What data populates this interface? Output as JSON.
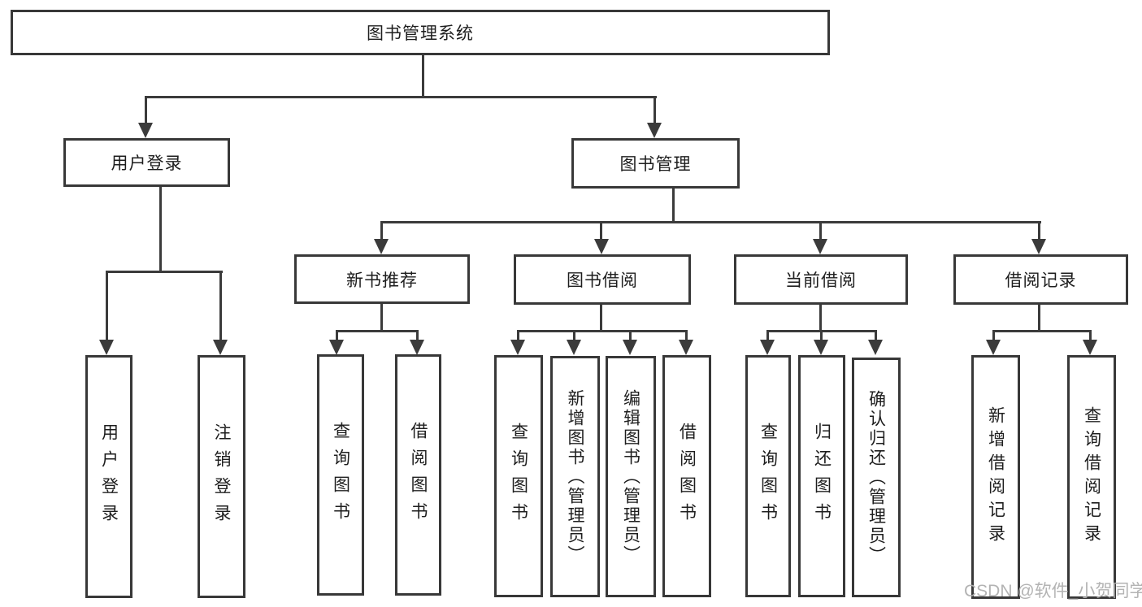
{
  "diagram": {
    "root": {
      "label": "图书管理系统"
    },
    "level2": [
      {
        "label": "用户登录"
      },
      {
        "label": "图书管理"
      }
    ],
    "level3": [
      {
        "label": "新书推荐"
      },
      {
        "label": "图书借阅"
      },
      {
        "label": "当前借阅"
      },
      {
        "label": "借阅记录"
      }
    ],
    "leaves": {
      "user_login": [
        "用户登录",
        "注销登录"
      ],
      "new_book": [
        "查询图书",
        "借阅图书"
      ],
      "book_borrow": [
        "查询图书",
        "新增图书（管理员）",
        "编辑图书（管理员）",
        "借阅图书"
      ],
      "current_borrow": [
        "查询图书",
        "归还图书",
        "确认归还（管理员）"
      ],
      "records": [
        "新增借阅记录",
        "查询借阅记录"
      ]
    },
    "line_color": "#3b3b3b",
    "border_color": "#383838"
  },
  "watermark": {
    "text": "CSDN @软件_小贺同学"
  }
}
